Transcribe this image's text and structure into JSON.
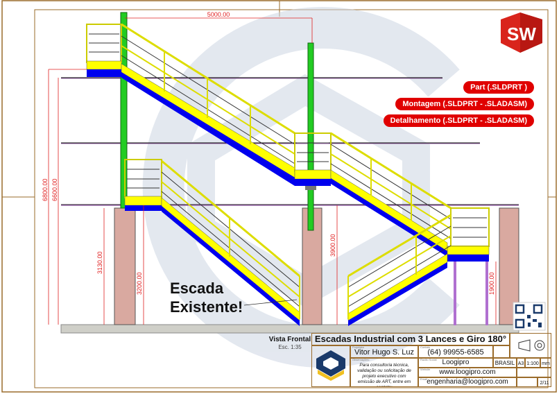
{
  "drawing": {
    "dimensions": {
      "span": "5000.00",
      "top_total": "6800.00",
      "top_floor": "6600.00",
      "mid_left": "3130.00",
      "mid_inner": "3200.00",
      "mid_right": "3900.00",
      "low_right": "1900.00"
    },
    "annotation_line1": "Escada",
    "annotation_line2": "Existente!",
    "view_title": "Vista Frontal",
    "view_scale": "Esc. 1:35"
  },
  "badges": [
    "Part  (.SLDPRT )",
    "Montagem  (.SLDPRT - .SLADASM)",
    "Detalhamento  (.SLDPRT - .SLADASM)"
  ],
  "logo": {
    "text": "SW",
    "color": "#d9241c"
  },
  "title_block": {
    "title": "Escadas Industrial com 3 Lances e Giro 180°",
    "designer_label": "Projetista",
    "designer": "Vitor Hugo S. Luz",
    "phone_label": "Contato",
    "phone": "(64) 99955-6585",
    "notes_label": "Observações:",
    "notes": "Para consultoria técnica, validação ou solicitação de projeto executivo com emissão de ART, entre em contato:",
    "company_label": "Razão Social",
    "company": "Loogipro",
    "country": "BRASIL",
    "sheet_size": "A3",
    "scale": "1:100",
    "unit": "mm",
    "website_label": "Website",
    "website": "www.loogipro.com",
    "email_label": "Email",
    "email": "engenharia@loogipro.com",
    "sheet": "2/11"
  },
  "colors": {
    "stair": "#ffff00",
    "structure": "#0000ee",
    "column": "#22cc22",
    "pillar": "#d9a9a0",
    "dimension": "#e02020",
    "frame": "#9a6b2a"
  }
}
